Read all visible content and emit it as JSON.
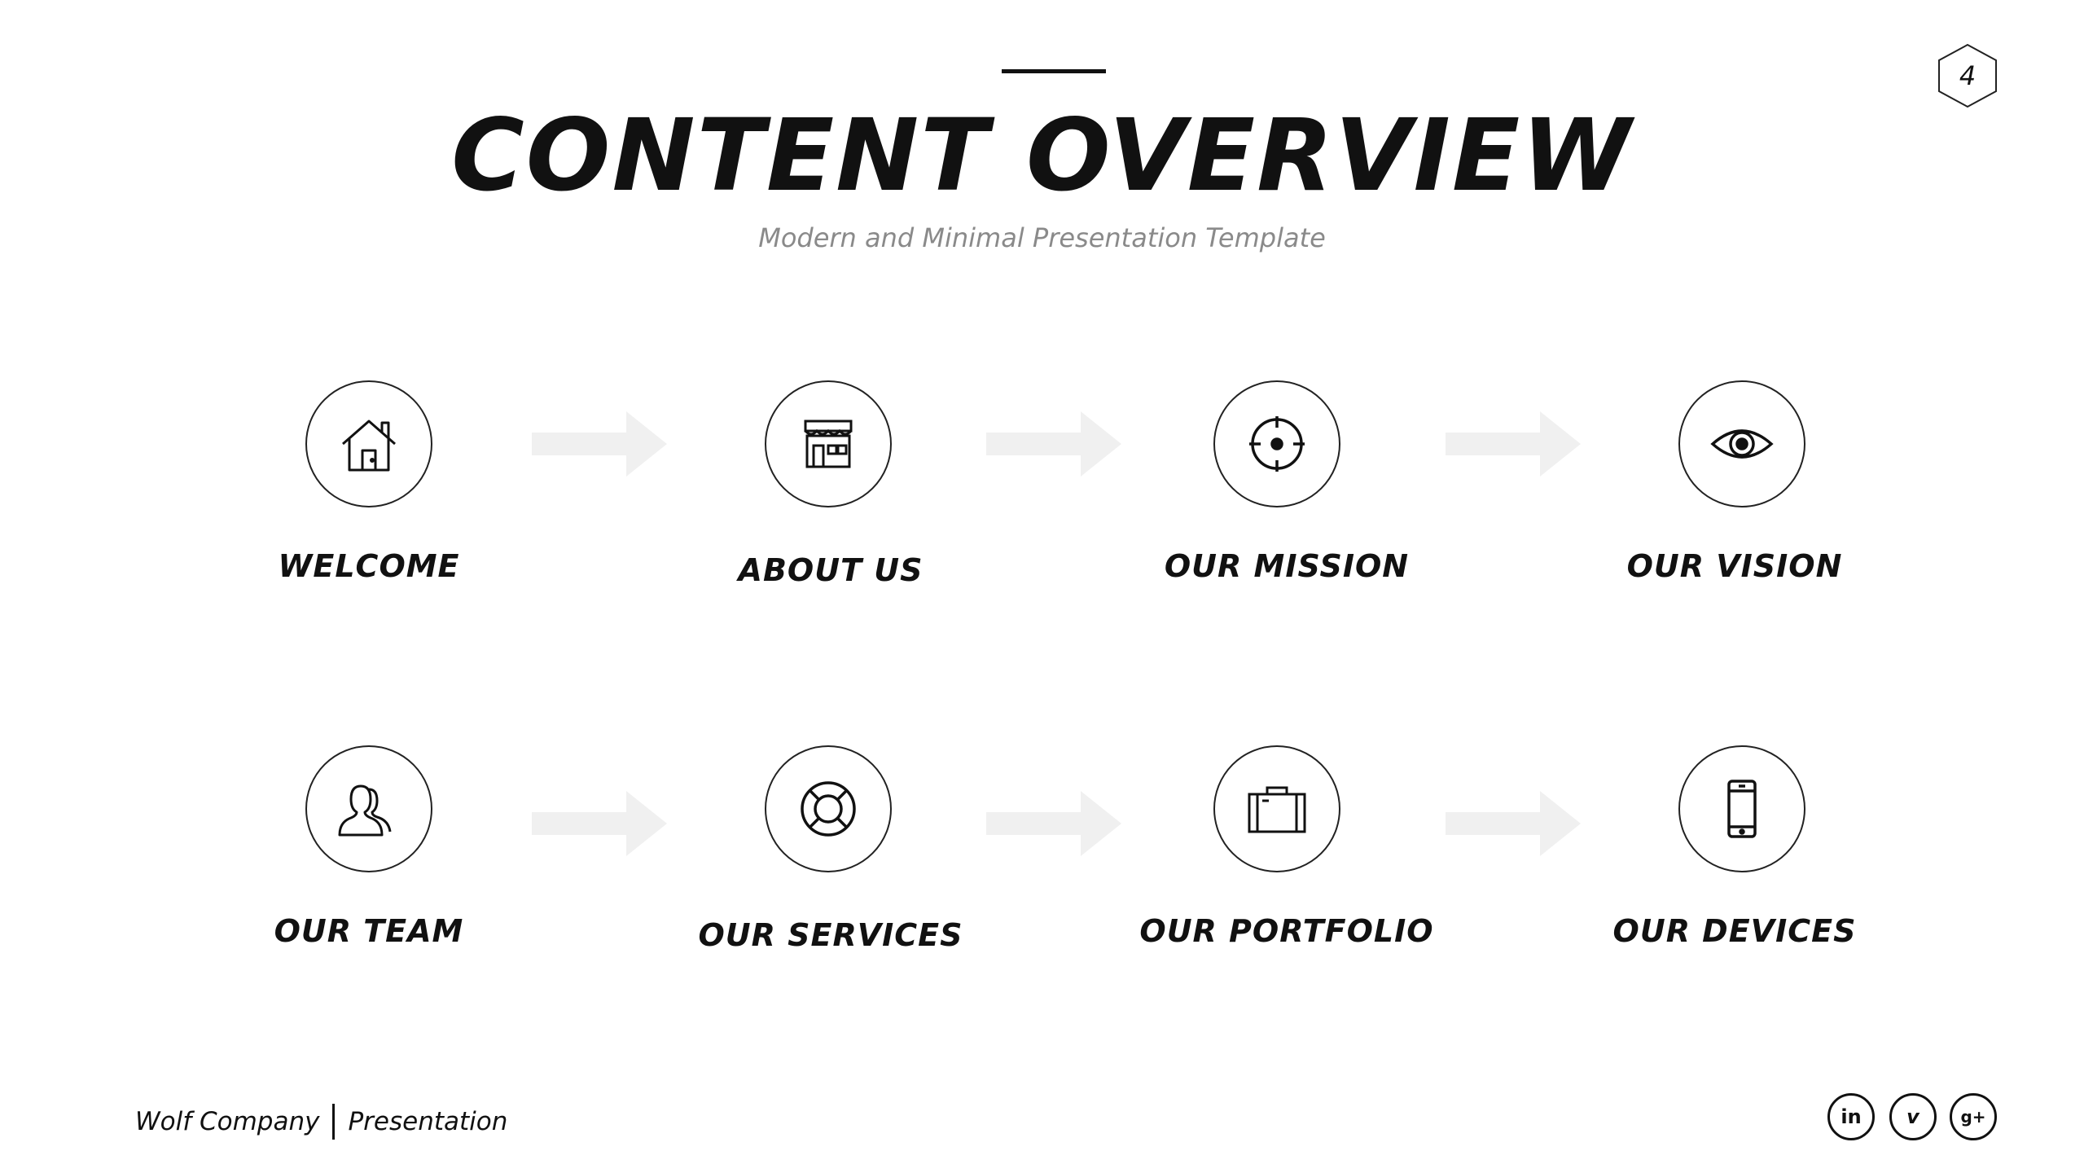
{
  "header": {
    "page_number": "4",
    "title": "CONTENT OVERVIEW",
    "subtitle": "Modern and Minimal Presentation Template"
  },
  "items": [
    {
      "label": "WELCOME",
      "icon": "home-icon"
    },
    {
      "label": "ABOUT US",
      "icon": "store-icon"
    },
    {
      "label": "OUR MISSION",
      "icon": "target-icon"
    },
    {
      "label": "OUR VISION",
      "icon": "eye-icon"
    },
    {
      "label": "OUR TEAM",
      "icon": "users-icon"
    },
    {
      "label": "OUR SERVICES",
      "icon": "lifebuoy-icon"
    },
    {
      "label": "OUR PORTFOLIO",
      "icon": "briefcase-icon"
    },
    {
      "label": "OUR DEVICES",
      "icon": "smartphone-icon"
    }
  ],
  "footer": {
    "company": "Wolf Company",
    "section": "Presentation",
    "social": [
      {
        "label": "in",
        "icon": "linkedin-icon"
      },
      {
        "label": "v",
        "icon": "vimeo-icon"
      },
      {
        "label": "g+",
        "icon": "google-plus-icon"
      }
    ]
  },
  "colors": {
    "text": "#111111",
    "subtitle": "#8a8a8a",
    "arrow": "#f0f0f0",
    "background": "#ffffff"
  }
}
